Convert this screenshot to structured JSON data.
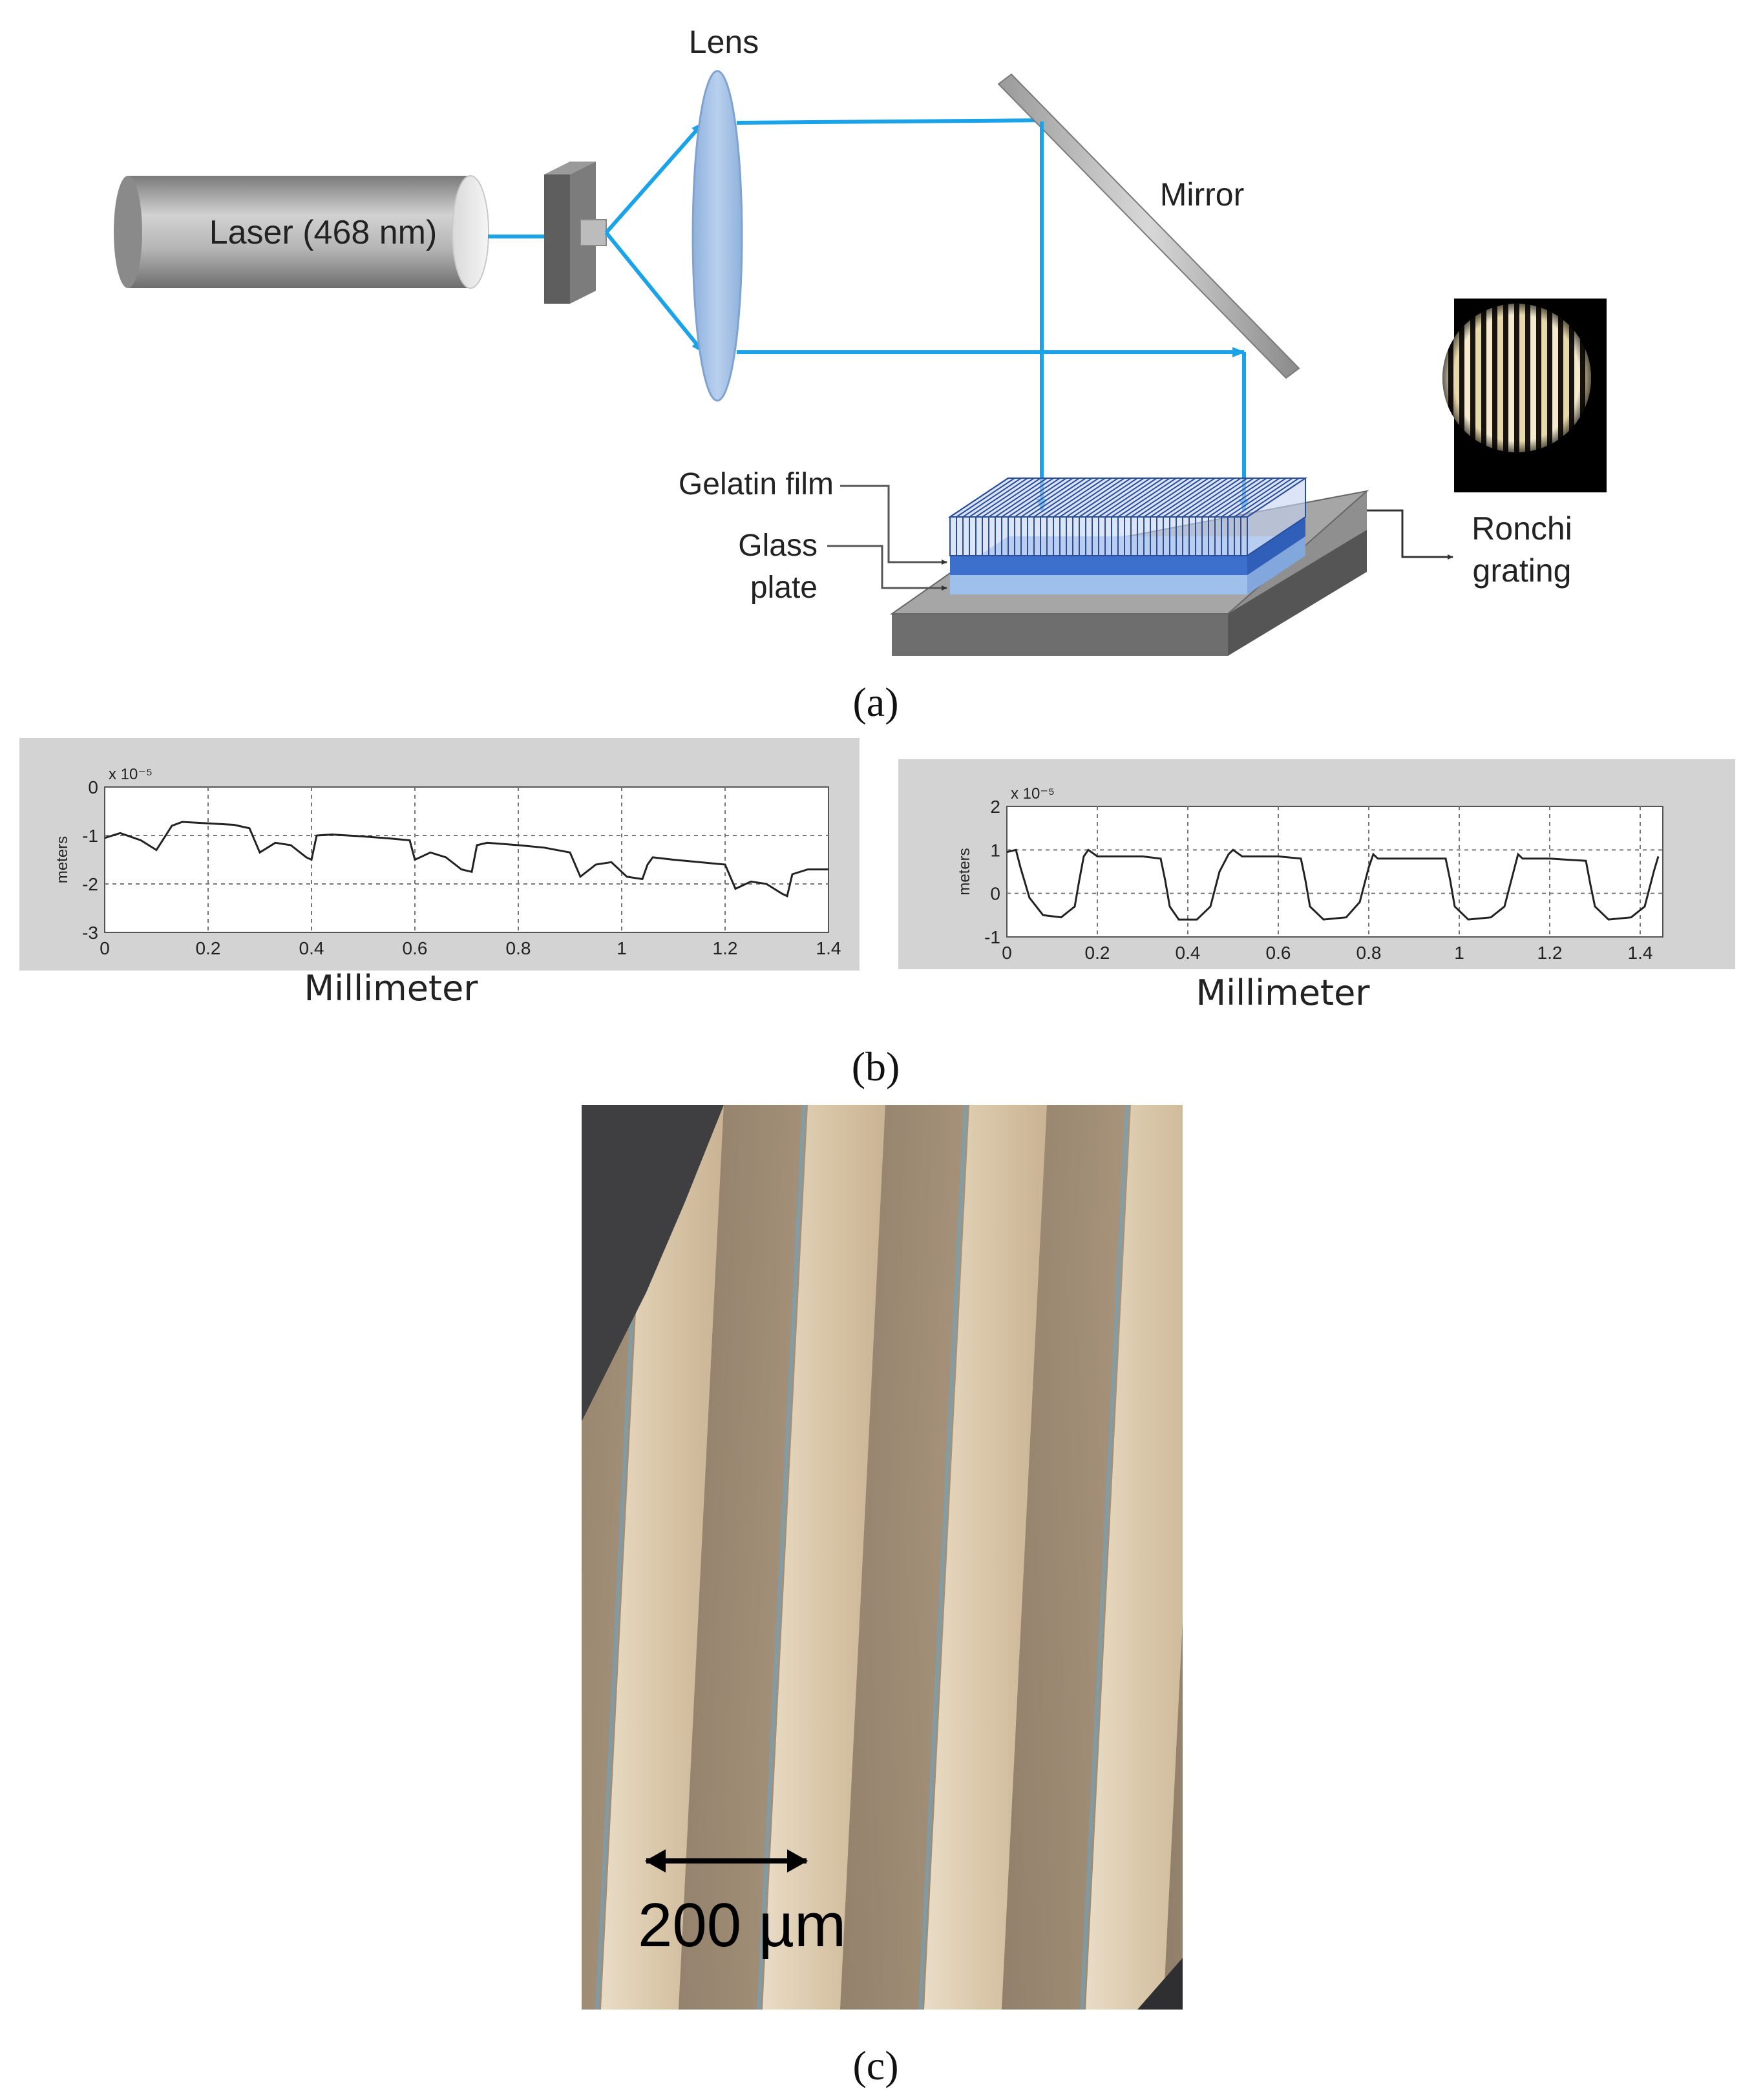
{
  "panel_a": {
    "caption": "(a)",
    "laser_label": "Laser (468 nm)",
    "lens_label": "Lens",
    "mirror_label": "Mirror",
    "gelatin_label": "Gelatin film",
    "glass_label_line1": "Glass",
    "glass_label_line2": "plate",
    "ronchi_label_line1": "Ronchi",
    "ronchi_label_line2": "grating",
    "beam_color": "#1aa3e8"
  },
  "panel_b": {
    "caption": "(b)",
    "xlabel": "Millimeter"
  },
  "panel_c": {
    "caption": "(c)",
    "scale_label": "200 µm"
  },
  "chart_data": [
    {
      "type": "line",
      "xlabel": "Millimeter",
      "ylabel": "meters",
      "y_multiplier": "x 10⁻⁵",
      "xlim": [
        0,
        1.4
      ],
      "ylim": [
        -3,
        0
      ],
      "xticks": [
        "0",
        "0.2",
        "0.4",
        "0.6",
        "0.8",
        "1",
        "1.2",
        "1.4"
      ],
      "yticks": [
        "0",
        "-1",
        "-2",
        "-3"
      ],
      "grid": true,
      "x": [
        0,
        0.03,
        0.07,
        0.1,
        0.13,
        0.15,
        0.2,
        0.25,
        0.28,
        0.3,
        0.33,
        0.36,
        0.39,
        0.4,
        0.41,
        0.44,
        0.5,
        0.55,
        0.59,
        0.6,
        0.61,
        0.63,
        0.66,
        0.69,
        0.71,
        0.72,
        0.74,
        0.8,
        0.85,
        0.9,
        0.92,
        0.95,
        0.98,
        1.01,
        1.04,
        1.05,
        1.06,
        1.1,
        1.15,
        1.2,
        1.22,
        1.25,
        1.28,
        1.31,
        1.32,
        1.33,
        1.36,
        1.4
      ],
      "y": [
        -1.05,
        -0.95,
        -1.1,
        -1.3,
        -0.8,
        -0.72,
        -0.75,
        -0.78,
        -0.85,
        -1.35,
        -1.15,
        -1.2,
        -1.45,
        -1.5,
        -1.0,
        -0.98,
        -1.02,
        -1.06,
        -1.1,
        -1.5,
        -1.45,
        -1.35,
        -1.45,
        -1.7,
        -1.75,
        -1.2,
        -1.15,
        -1.2,
        -1.25,
        -1.35,
        -1.85,
        -1.6,
        -1.55,
        -1.85,
        -1.9,
        -1.6,
        -1.45,
        -1.5,
        -1.55,
        -1.6,
        -2.1,
        -1.95,
        -2.0,
        -2.2,
        -2.25,
        -1.8,
        -1.7,
        -1.7
      ]
    },
    {
      "type": "line",
      "xlabel": "Millimeter",
      "ylabel": "meters",
      "y_multiplier": "x 10⁻⁵",
      "xlim": [
        0,
        1.45
      ],
      "ylim": [
        -1,
        2
      ],
      "xticks": [
        "0",
        "0.2",
        "0.4",
        "0.6",
        "0.8",
        "1",
        "1.2",
        "1.4"
      ],
      "yticks": [
        "2",
        "1",
        "0",
        "-1"
      ],
      "grid": true,
      "x": [
        0,
        0.02,
        0.03,
        0.05,
        0.08,
        0.12,
        0.15,
        0.16,
        0.17,
        0.18,
        0.2,
        0.3,
        0.34,
        0.35,
        0.36,
        0.38,
        0.42,
        0.45,
        0.47,
        0.49,
        0.5,
        0.52,
        0.6,
        0.65,
        0.66,
        0.67,
        0.7,
        0.75,
        0.78,
        0.8,
        0.81,
        0.82,
        0.9,
        0.97,
        0.98,
        0.99,
        1.02,
        1.07,
        1.1,
        1.12,
        1.13,
        1.14,
        1.2,
        1.28,
        1.29,
        1.3,
        1.33,
        1.38,
        1.41,
        1.43,
        1.44
      ],
      "y": [
        0.95,
        1.0,
        0.6,
        -0.1,
        -0.5,
        -0.55,
        -0.3,
        0.3,
        0.85,
        1.0,
        0.85,
        0.85,
        0.8,
        0.3,
        -0.3,
        -0.6,
        -0.6,
        -0.3,
        0.5,
        0.9,
        1.0,
        0.85,
        0.85,
        0.8,
        0.3,
        -0.3,
        -0.6,
        -0.55,
        -0.2,
        0.6,
        0.9,
        0.8,
        0.8,
        0.8,
        0.3,
        -0.3,
        -0.6,
        -0.55,
        -0.3,
        0.5,
        0.9,
        0.8,
        0.8,
        0.75,
        0.2,
        -0.3,
        -0.6,
        -0.55,
        -0.3,
        0.5,
        0.85
      ]
    }
  ]
}
